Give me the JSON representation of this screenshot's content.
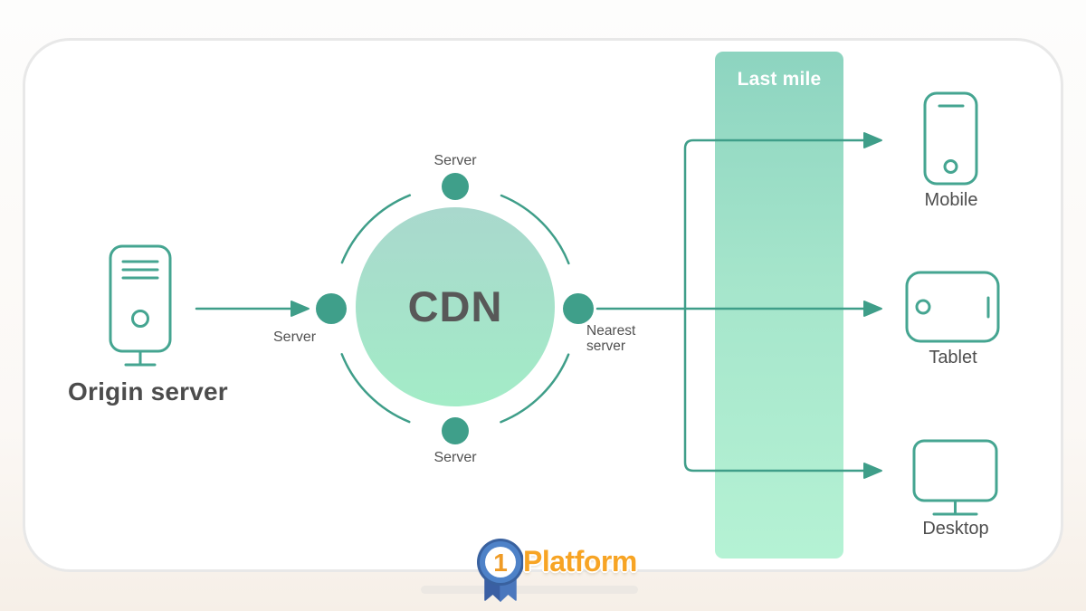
{
  "colors": {
    "line_teal": "#3f9e89",
    "icon_teal": "#45a591",
    "dot_teal": "#3f9f8a",
    "cdn_gradient_top": "#a9d8cd",
    "cdn_gradient_bottom": "#a3ecc7",
    "band_gradient_top": "#8dd4c0",
    "band_gradient_bottom": "#b5f2d4",
    "card_border": "#e8e8e8",
    "text_dark": "#4c4c4c",
    "text_mid": "#515151",
    "last_mile_text": "#ffffff",
    "logo_orange": "#f7a424",
    "logo_blue": "#4e82c8"
  },
  "origin_server": {
    "label": "Origin server"
  },
  "cdn_cluster": {
    "title": "CDN",
    "top_server_label": "Server",
    "left_server_label": "Server",
    "bottom_server_label": "Server",
    "nearest_server_label": "Nearest server"
  },
  "last_mile": {
    "label": "Last mile"
  },
  "devices": [
    {
      "label": "Mobile"
    },
    {
      "label": "Tablet"
    },
    {
      "label": "Desktop"
    }
  ],
  "logo": {
    "badge_number": "1",
    "brand": "Platform"
  }
}
